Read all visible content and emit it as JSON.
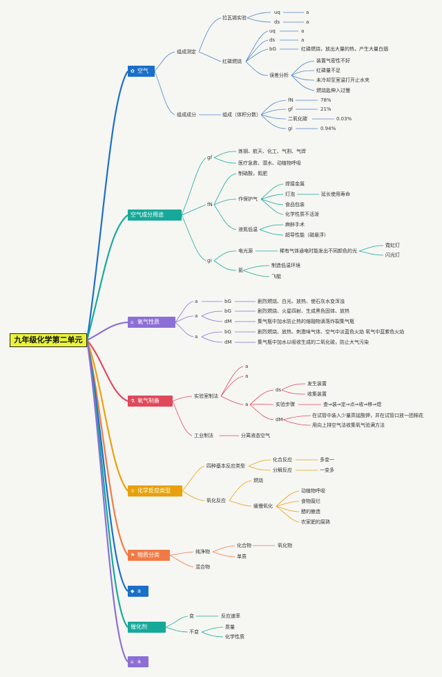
{
  "root": "九年级化学第二单元",
  "branches": {
    "air": {
      "label": "空气",
      "color": "#1a6fc9",
      "composition_measure": {
        "label": "组成测定",
        "lavoisier": {
          "label": "拉瓦锡实验",
          "uq": "uq",
          "ds": "ds",
          "a1": "a",
          "a2": "a"
        },
        "phosphorus": {
          "label": "红磷燃烧",
          "uq": "uq",
          "ds": "ds",
          "bG": "bG",
          "a1": "a",
          "a2": "a",
          "bG_text": "红磷燃烧，放出大量的热，产生大量白烟",
          "error": {
            "label": "误差分析",
            "items": [
              "装置气密性不好",
              "红磷量不足",
              "未冷却至室温打开止水夹",
              "燃烧匙伸入过慢"
            ]
          }
        }
      },
      "composition": {
        "label": "组成成分",
        "sub": "组成（体积分数）",
        "rows": [
          {
            "k": "fN",
            "v": "78%"
          },
          {
            "k": "gf",
            "v": "21%"
          },
          {
            "k": "二氧化碳",
            "v": "0.03%"
          },
          {
            "k": "gi",
            "v": "0.94%"
          }
        ]
      }
    },
    "uses": {
      "label": "空气成分用途",
      "color": "#16a99a",
      "gf": {
        "k": "gf",
        "items": [
          "炼钢、航天、化工、气割、气焊",
          "医疗急救、潜水、动植物呼吸"
        ]
      },
      "fN": {
        "k": "fN",
        "acid": "制硝酸，氮肥",
        "protect": {
          "label": "作保护气",
          "items": [
            "焊接金属",
            "灯泡",
            "食品包装",
            "化学性质不活泼"
          ],
          "lamp_extra": "延长使用寿命"
        },
        "liquid": {
          "label": "液氮低温",
          "items": [
            "麻醉手术",
            "超导性能（磁悬浮）"
          ]
        }
      },
      "gi": {
        "k": "gi",
        "light": {
          "label": "电光源",
          "desc": "稀有气体通电时能发出不同颜色的光",
          "items": [
            "霓虹灯",
            "闪光灯"
          ]
        },
        "helium": {
          "label": "氦",
          "items": [
            "制造低温环境",
            "飞艇"
          ]
        }
      }
    },
    "oxygen_props": {
      "label": "氧气性质",
      "color": "#8c6fd6",
      "rows": [
        {
          "a": "a",
          "k": "bG",
          "v": "剧烈燃烧、白光、放热、使石灰水变浑浊"
        },
        {
          "a": "a",
          "k": "bG",
          "v": "剧烈燃烧、火星四射、生成黑色固体、放热"
        },
        {
          "a": "",
          "k": "dM",
          "v": "集气瓶中加水防止热的熔融物滴落炸裂集气瓶"
        },
        {
          "a": "a",
          "k": "bG",
          "v": "剧烈燃烧、放热、刺激味气体、空气中淡蓝色火焰 氧气中蓝紫色火焰"
        },
        {
          "a": "",
          "k": "dM",
          "v": "集气瓶中加水以吸收生成的二氧化硫，防止大气污染"
        }
      ]
    },
    "oxygen_prep": {
      "label": "氧气制备",
      "color": "#e0495b",
      "lab": {
        "label": "实验室制法",
        "a_items": [
          "a",
          "a",
          "a"
        ],
        "ds": {
          "k": "ds",
          "items": [
            "发生装置",
            "收集装置"
          ]
        },
        "steps": {
          "label": "实验步骤",
          "v": "查⇒装⇒定⇒点⇒收⇒移⇒熄"
        },
        "dM": {
          "k": "dM",
          "items": [
            "在试管中装入少量高锰酸钾，并在试管口放一团棉花",
            "用向上排空气法收集氧气验满方法"
          ]
        }
      },
      "industry": {
        "label": "工业制法",
        "v": "分离液态空气"
      }
    },
    "reactions": {
      "label": "化学反应类型",
      "color": "#e8a10c",
      "basic": {
        "label": "四种基本反应类型",
        "items": [
          {
            "k": "化合反应",
            "v": "多变一"
          },
          {
            "k": "分解反应",
            "v": "一变多"
          }
        ]
      },
      "oxidation": {
        "label": "氧化反应",
        "burn": "燃烧",
        "slow": {
          "label": "缓慢氧化",
          "items": [
            "动植物呼吸",
            "食物腐烂",
            "醋的酿造",
            "农家肥的腐熟"
          ]
        }
      }
    },
    "classification": {
      "label": "物质分类",
      "color": "#f07a45",
      "pure": {
        "label": "纯净物",
        "compound": "化合物",
        "oxide": "氧化物",
        "element": "单质"
      },
      "mixture": "混合物"
    },
    "b_a1": {
      "label": "a",
      "color": "#1a6fc9"
    },
    "catalyst": {
      "label": "催化剂",
      "color": "#16a99a",
      "change": {
        "label": "变",
        "v": "反应速率"
      },
      "nochange": {
        "label": "不变",
        "items": [
          "质量",
          "化学性质"
        ]
      }
    },
    "b_a2": {
      "label": "a",
      "color": "#8c6fd6"
    }
  }
}
